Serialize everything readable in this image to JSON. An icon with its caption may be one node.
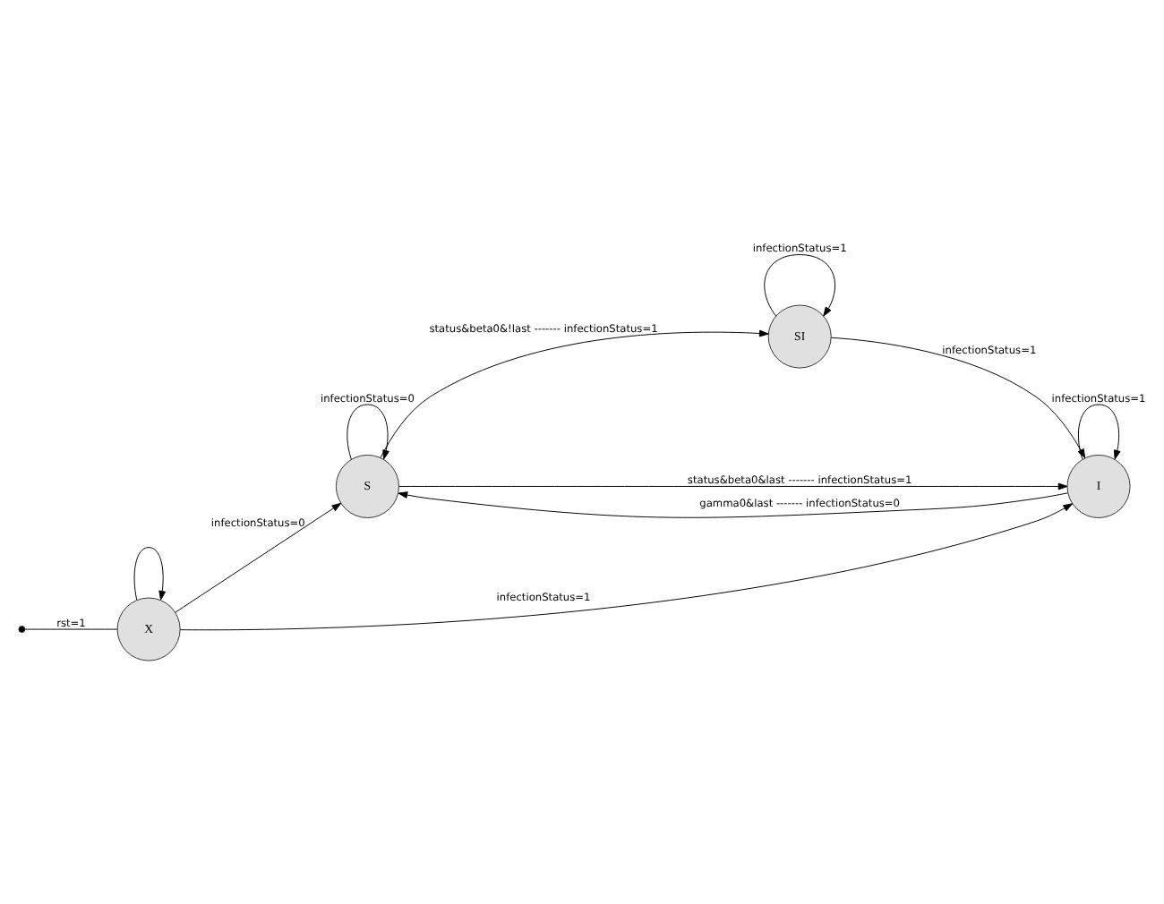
{
  "diagram": {
    "nodes": [
      {
        "text": [
          "X"
        ]
      },
      {
        "text": [
          "S"
        ]
      },
      {
        "text": [
          "SI"
        ]
      },
      {
        "text": [
          "I"
        ]
      },
      {
        "text": [],
        "shape": "circle"
      }
    ],
    "edges": [
      {
        "from": 4,
        "to": 0,
        "arrow": "none",
        "label": "rst=1"
      },
      {
        "from": 0,
        "to": 0,
        "arrow": "to"
      },
      {
        "from": 0,
        "to": 1,
        "arrow": "to",
        "label": "infectionStatus=0"
      },
      {
        "from": 0,
        "to": 3,
        "arrow": "to",
        "label": "infectionStatus=1"
      },
      {
        "from": 1,
        "to": 1,
        "arrow": "to",
        "label": "infectionStatus=0"
      },
      {
        "from": 1,
        "to": 2,
        "arrow": "to",
        "label": "status&beta0&!last ------- infectionStatus=1"
      },
      {
        "from": 1,
        "to": 3,
        "arrow": "to",
        "label": "status&beta0&last ------- infectionStatus=1"
      },
      {
        "from": 3,
        "to": 1,
        "arrow": "to",
        "label": "gamma0&last ------- infectionStatus=0"
      },
      {
        "from": 2,
        "to": 2,
        "arrow": "to",
        "label": "infectionStatus=1"
      },
      {
        "from": 2,
        "to": 3,
        "arrow": "to",
        "label": "infectionStatus=1"
      },
      {
        "from": 3,
        "to": 3,
        "arrow": "to",
        "label": "infectionStatus=1"
      }
    ]
  }
}
